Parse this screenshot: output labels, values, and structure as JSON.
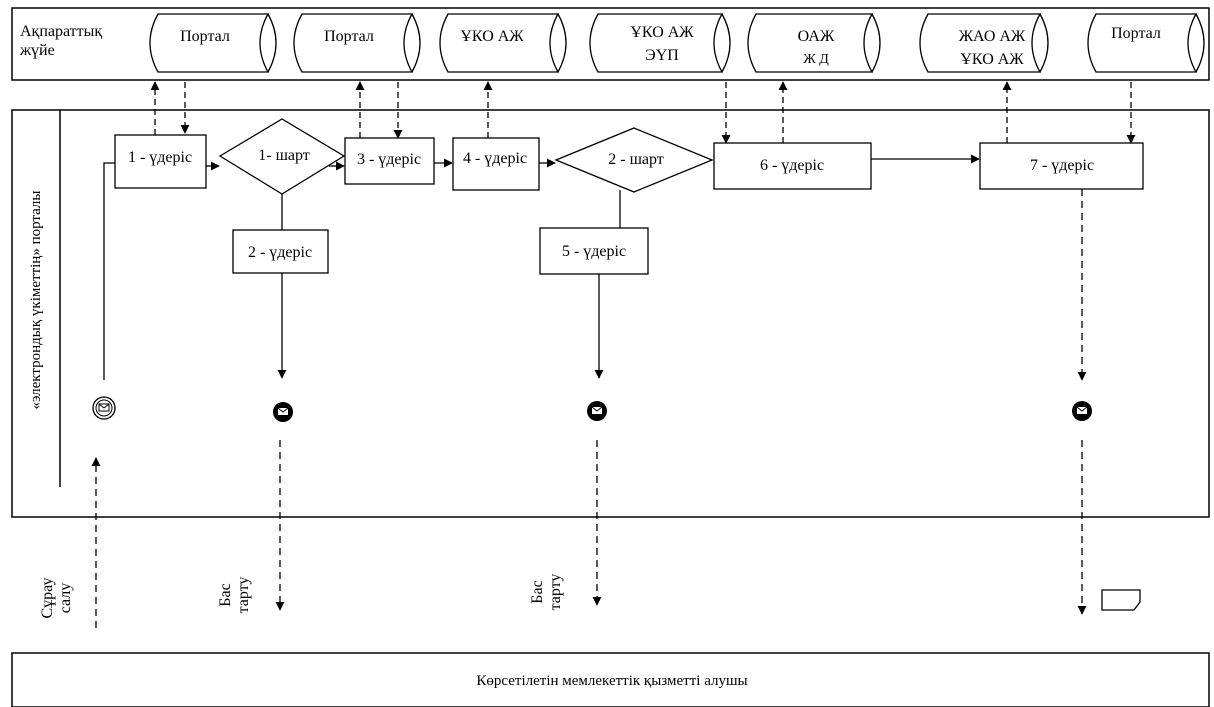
{
  "system_lane": {
    "label_line1": "Ақпараттық",
    "label_line2": "жүйе",
    "systems": [
      {
        "line1": "Портал",
        "line2": ""
      },
      {
        "line1": "Портал",
        "line2": ""
      },
      {
        "line1": "ҰКО АЖ",
        "line2": ""
      },
      {
        "line1": "ҰКО АЖ",
        "line2": "ЭҮП"
      },
      {
        "line1": "ОАЖ",
        "line2": "Ж Д"
      },
      {
        "line1": "ЖАО АЖ",
        "line2": "ҰКО АЖ"
      },
      {
        "line1": "Портал",
        "line2": ""
      }
    ]
  },
  "portal_lane": {
    "label": "«электрондық үкіметтің» порталы",
    "processes": [
      "1 - үдеріс",
      "2 - үдеріс",
      "3 - үдеріс",
      "4 - үдеріс",
      "5 - үдеріс",
      "6 - үдеріс",
      "7 - үдеріс"
    ],
    "conditions": [
      "1- шарт",
      "2 - шарт"
    ]
  },
  "bottom": {
    "request_label_line1": "Сұрау",
    "request_label_line2": "салу",
    "refusal_line1": "Бас",
    "refusal_line2": "тарту"
  },
  "recipient_lane": {
    "label": "Көрсетілетін мемлекеттік қызметті алушы"
  }
}
